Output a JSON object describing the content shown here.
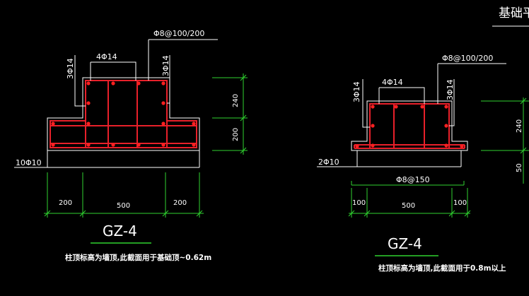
{
  "header": {
    "corner_title": "基础平"
  },
  "colors": {
    "background": "#000000",
    "outline": "#ffffff",
    "rebar": "#e8202a",
    "dimension": "#2fd22f",
    "dot": "#ff2020"
  },
  "left_section": {
    "top_stirrup": "Φ8@100/200",
    "top_bars": "4Φ14",
    "left_side_bars": "3Φ14",
    "right_side_bars": "3Φ14",
    "bottom_bars": "10Φ10",
    "dim_upper": "240",
    "dim_lower": "200",
    "dim_bottom": [
      "200",
      "500",
      "200"
    ],
    "title": "GZ-4",
    "note": "柱顶标高为墙顶,此截面用于基础顶~0.62m"
  },
  "right_section": {
    "top_stirrup": "Φ8@100/200",
    "top_bars": "4Φ14",
    "left_side_bars": "3Φ14",
    "right_side_bars": "3Φ14",
    "bottom_bars": "2Φ10",
    "bottom_stirrup": "Φ8@150",
    "dim_bottom": [
      "100",
      "500",
      "100"
    ],
    "title": "GZ-4",
    "note": "柱顶标高为墙顶,此截面用于0.8m以上"
  },
  "right_edge": {
    "dim_upper": "240",
    "dim_lower": "50"
  }
}
